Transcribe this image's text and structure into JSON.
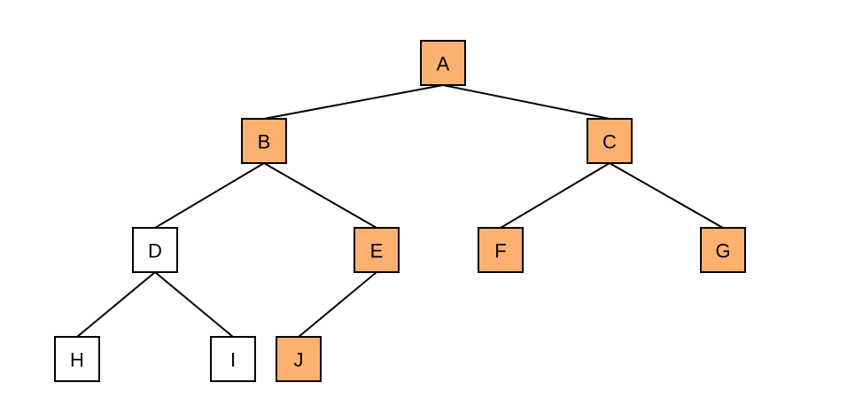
{
  "colors": {
    "highlight": "#FDB170",
    "normal": "#FFFFFF",
    "stroke": "#000000"
  },
  "nodes": [
    {
      "id": "A",
      "label": "A",
      "highlighted": true
    },
    {
      "id": "B",
      "label": "B",
      "highlighted": true
    },
    {
      "id": "C",
      "label": "C",
      "highlighted": true
    },
    {
      "id": "D",
      "label": "D",
      "highlighted": false
    },
    {
      "id": "E",
      "label": "E",
      "highlighted": true
    },
    {
      "id": "F",
      "label": "F",
      "highlighted": true
    },
    {
      "id": "G",
      "label": "G",
      "highlighted": true
    },
    {
      "id": "H",
      "label": "H",
      "highlighted": false
    },
    {
      "id": "I",
      "label": "I",
      "highlighted": false
    },
    {
      "id": "J",
      "label": "J",
      "highlighted": true
    }
  ],
  "edges": [
    {
      "from": "A",
      "to": "B"
    },
    {
      "from": "A",
      "to": "C"
    },
    {
      "from": "B",
      "to": "D"
    },
    {
      "from": "B",
      "to": "E"
    },
    {
      "from": "C",
      "to": "F"
    },
    {
      "from": "C",
      "to": "G"
    },
    {
      "from": "D",
      "to": "H"
    },
    {
      "from": "D",
      "to": "I"
    },
    {
      "from": "E",
      "to": "J"
    }
  ]
}
